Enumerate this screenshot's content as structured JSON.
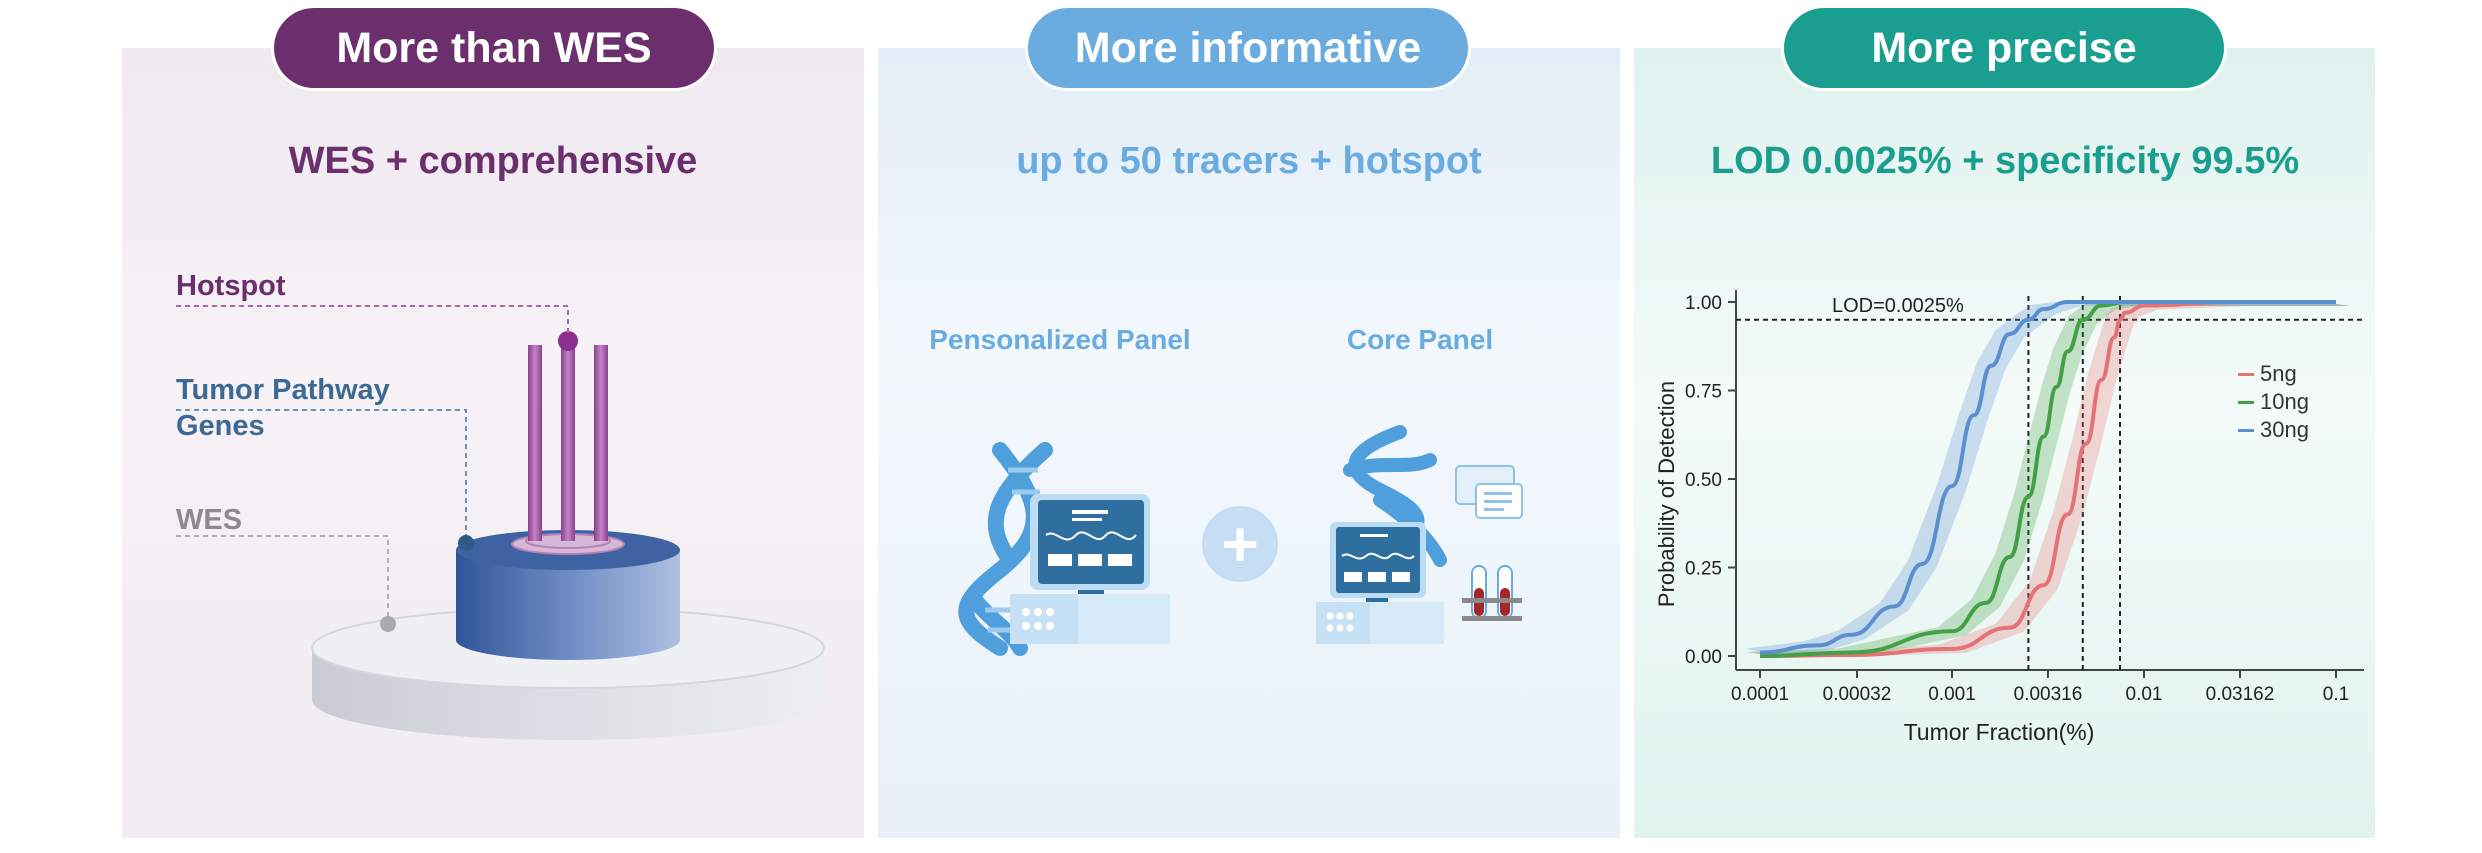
{
  "sections": [
    {
      "header": "More than WES",
      "subtitle": "WES + comprehensive"
    },
    {
      "header": "More informative",
      "subtitle": "up to 50 tracers + hotspot"
    },
    {
      "header": "More precise",
      "subtitle": "LOD 0.0025% + specificity 99.5%"
    }
  ],
  "layers": {
    "hotspot": "Hotspot",
    "tumor_pathway_genes": "Tumor Pathway Genes",
    "wes": "WES"
  },
  "panels": {
    "personalized": "Pensonalized Panel",
    "core": "Core Panel",
    "plus_symbol": "+"
  },
  "colors": {
    "purple": "#6c2f6d",
    "light_blue": "#6aace0",
    "teal": "#1a9e8f",
    "series_5ng": "#e57373",
    "series_10ng": "#43a047",
    "series_30ng": "#5b8fd0"
  },
  "chart_data": {
    "type": "line",
    "xlabel": "Tumor Fraction(%)",
    "ylabel": "Probability of Detection",
    "x_scale": "log",
    "xlim": [
      0.0001,
      0.1
    ],
    "ylim": [
      0,
      1
    ],
    "x_ticks": [
      0.0001,
      0.00032,
      0.001,
      0.00316,
      0.01,
      0.03162,
      0.1
    ],
    "x_tick_labels": [
      "0.0001",
      "0.00032",
      "0.001",
      "0.00316",
      "0.01",
      "0.03162",
      "0.1"
    ],
    "y_ticks": [
      0,
      0.25,
      0.5,
      0.75,
      1
    ],
    "y_tick_labels": [
      "0.00",
      "0.25",
      "0.50",
      "0.75",
      "1.00"
    ],
    "annotation": "LOD=0.0025%",
    "detection_threshold": 0.95,
    "threshold_x": [
      0.0025,
      0.0048,
      0.0075
    ],
    "legend_position": "right",
    "series": [
      {
        "name": "5ng",
        "x": [
          0.0001,
          0.0003,
          0.001,
          0.002,
          0.003,
          0.004,
          0.005,
          0.006,
          0.007,
          0.0075,
          0.008,
          0.01,
          0.03,
          0.1
        ],
        "y": [
          0.0,
          0.003,
          0.02,
          0.08,
          0.2,
          0.4,
          0.6,
          0.78,
          0.9,
          0.95,
          0.97,
          0.99,
          1.0,
          1.0
        ]
      },
      {
        "name": "10ng",
        "x": [
          0.0001,
          0.0003,
          0.001,
          0.0015,
          0.002,
          0.0025,
          0.003,
          0.0035,
          0.004,
          0.0048,
          0.006,
          0.008,
          0.03,
          0.1
        ],
        "y": [
          0.0,
          0.01,
          0.07,
          0.15,
          0.28,
          0.45,
          0.62,
          0.76,
          0.86,
          0.95,
          0.99,
          1.0,
          1.0,
          1.0
        ]
      },
      {
        "name": "30ng",
        "x": [
          0.0001,
          0.0002,
          0.0003,
          0.0005,
          0.0007,
          0.001,
          0.0013,
          0.0016,
          0.002,
          0.0025,
          0.003,
          0.004,
          0.01,
          0.1
        ],
        "y": [
          0.01,
          0.03,
          0.06,
          0.14,
          0.26,
          0.48,
          0.68,
          0.82,
          0.91,
          0.95,
          0.98,
          1.0,
          1.0,
          1.0
        ]
      }
    ]
  }
}
